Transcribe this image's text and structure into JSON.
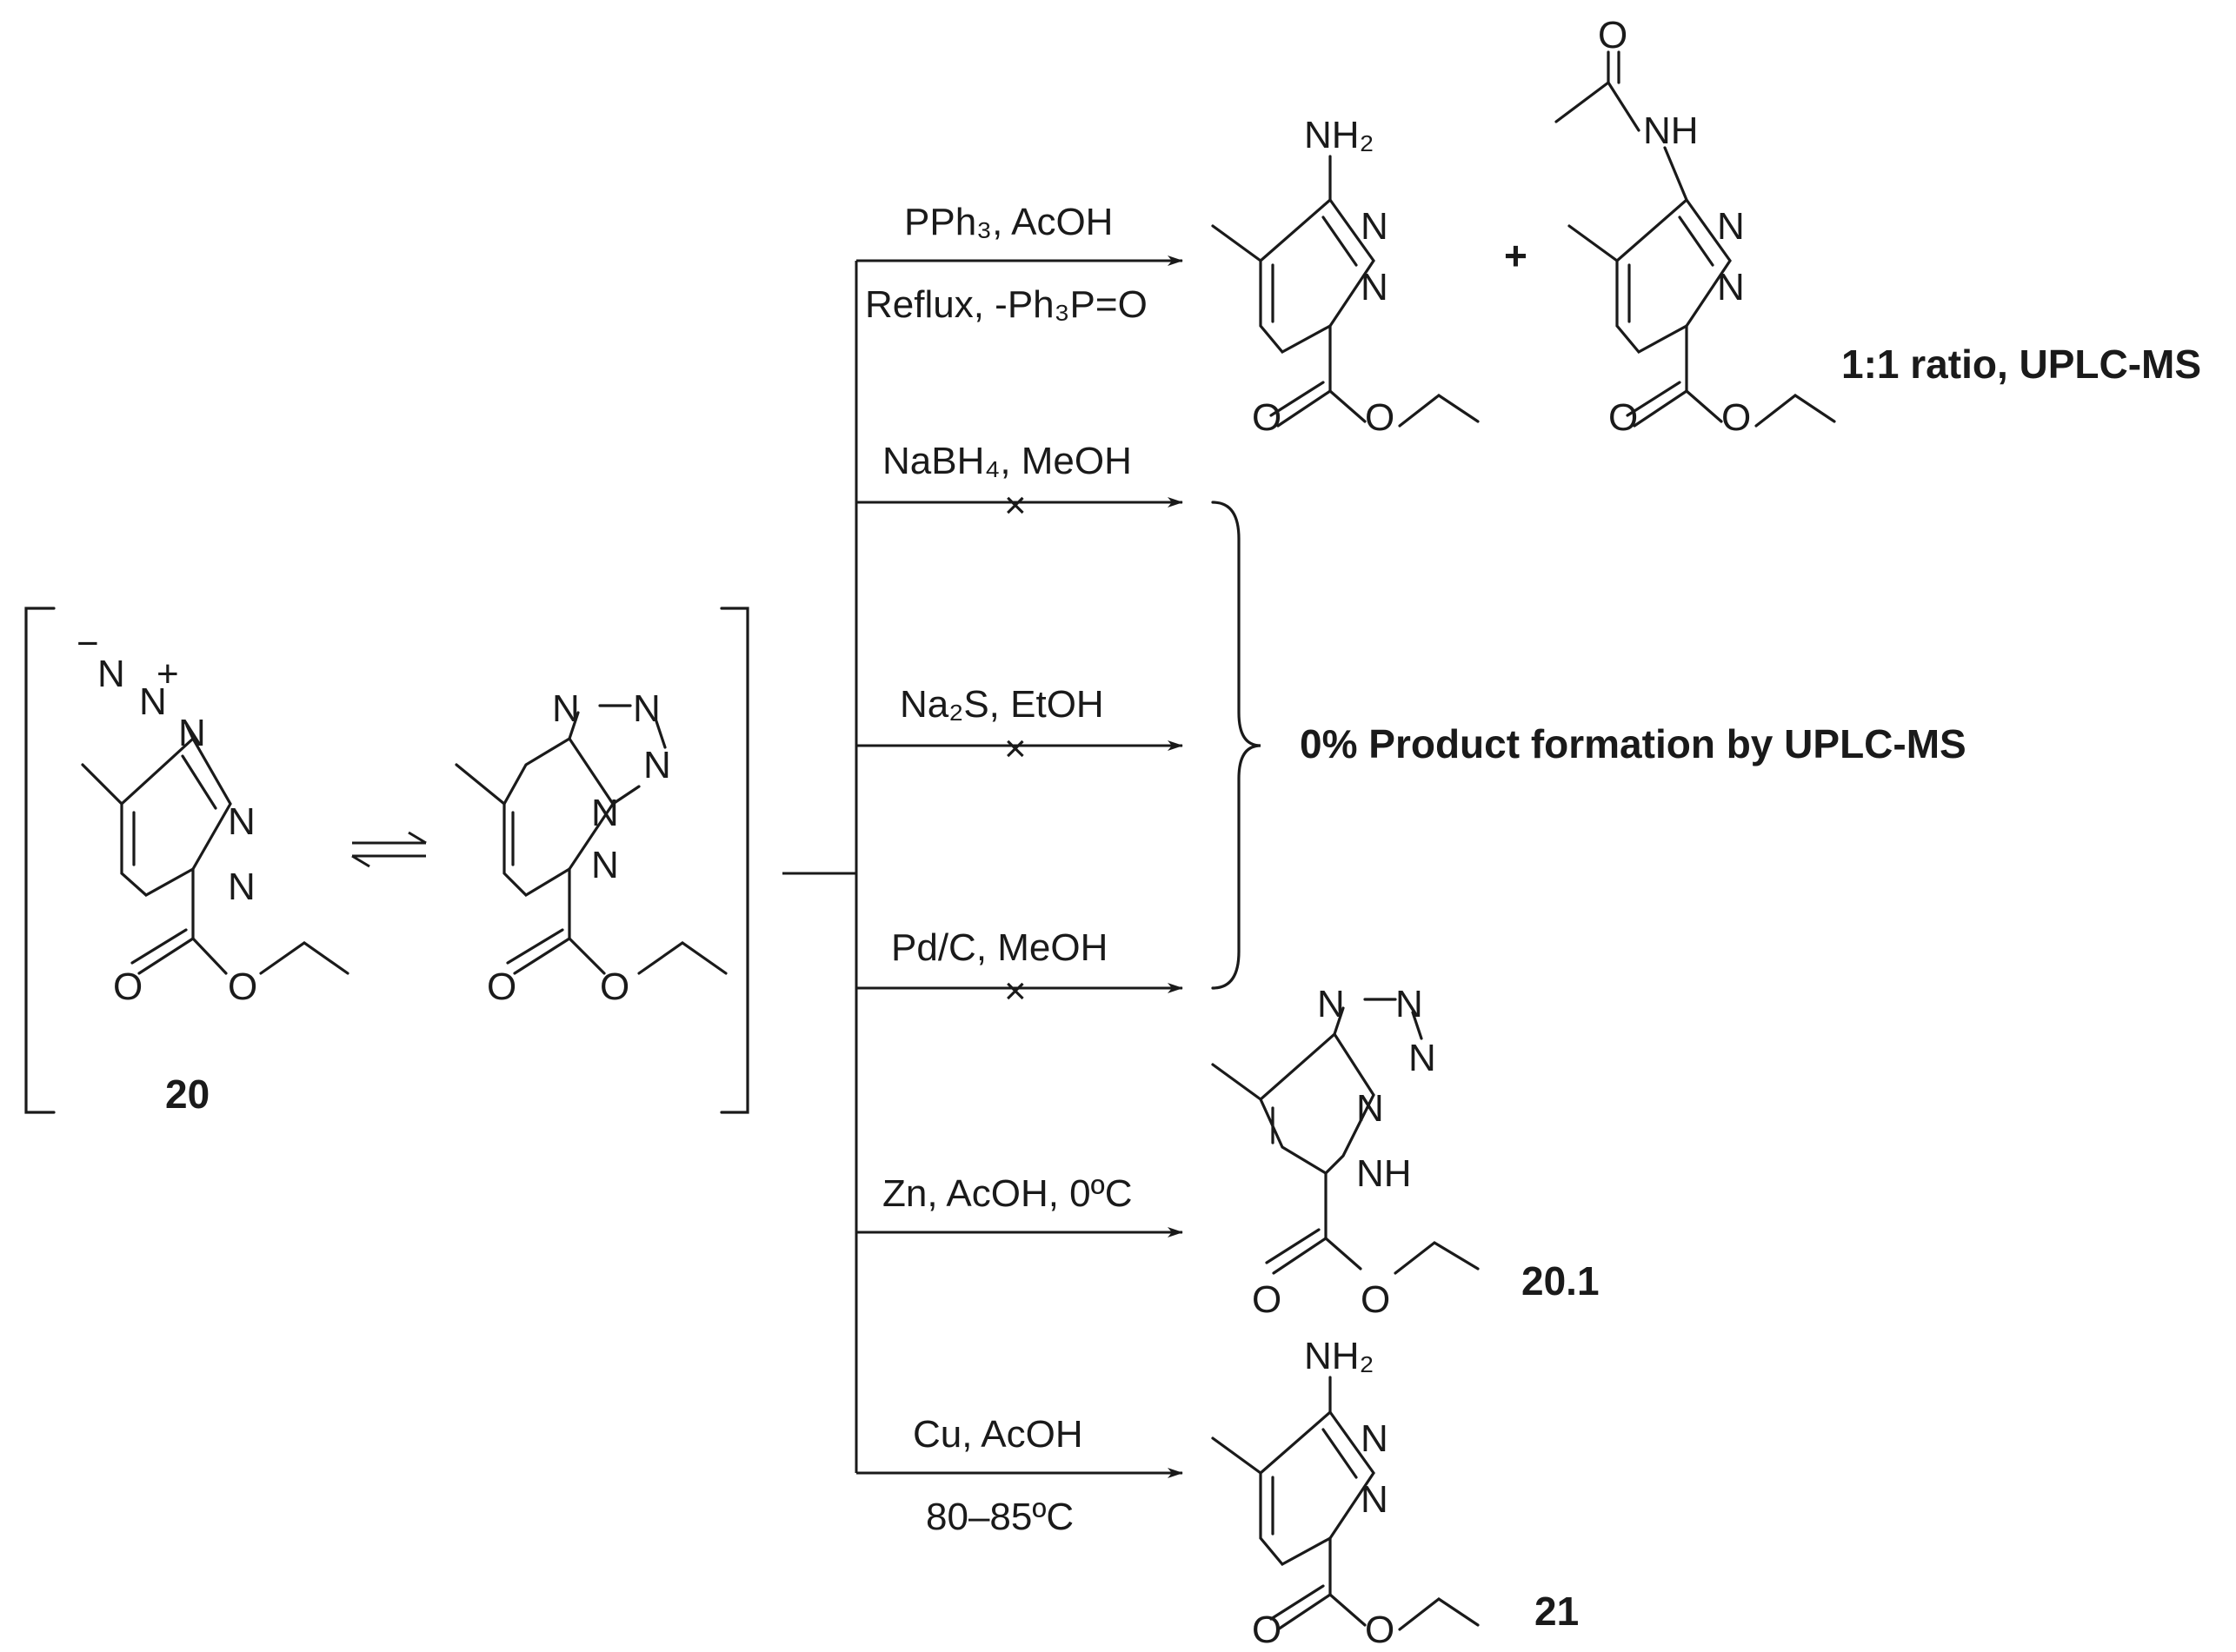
{
  "reactant": {
    "label": "20",
    "azide_atoms": [
      "N",
      "N",
      "N"
    ],
    "azide_charges": [
      "−",
      "+"
    ]
  },
  "conditions": {
    "r1_top": "PPh₃, AcOH",
    "r1_bottom": "Reflux, -Ph₃P=O",
    "r2_top": "NaBH₄, MeOH",
    "r3_top": "Na₂S, EtOH",
    "r4_top": "Pd/C, MeOH",
    "r5_top": "Zn, AcOH, 0ºC",
    "r6_top": "Cu, AcOH",
    "r6_bottom": "80–85ºC",
    "no_reaction_mark": "×"
  },
  "products": {
    "plus": "+",
    "ratio_note": "1:1 ratio, UPLC-MS",
    "no_product_note": "0% Product formation by UPLC-MS",
    "label_20_1": "20.1",
    "label_21": "21"
  },
  "atoms": {
    "n": "N",
    "o": "O",
    "nh": "NH",
    "nh2": "NH₂"
  }
}
